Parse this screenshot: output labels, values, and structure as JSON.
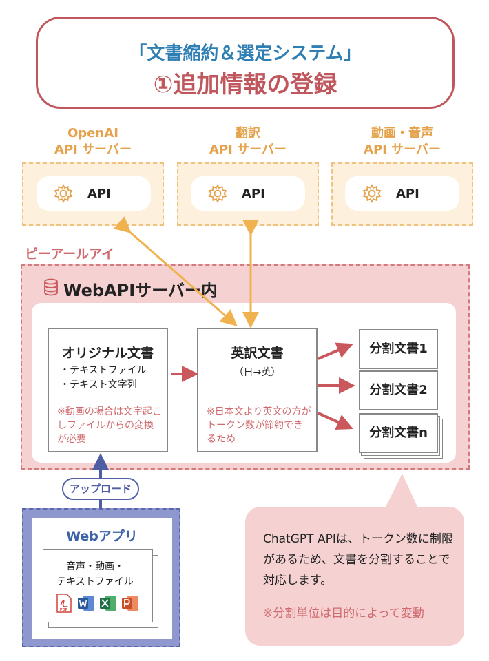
{
  "title": {
    "line1": "「文書縮約＆選定システム」",
    "line2": "①追加情報の登録"
  },
  "servers": [
    {
      "label_line1": "OpenAI",
      "label_line2": "API サーバー",
      "api_label": "API"
    },
    {
      "label_line1": "翻訳",
      "label_line2": "API サーバー",
      "api_label": "API"
    },
    {
      "label_line1": "動画・音声",
      "label_line2": "API サーバー",
      "api_label": "API"
    }
  ],
  "pri_label": "ピーアールアイ",
  "webapi": {
    "title": "WebAPIサーバー内",
    "original_doc": {
      "title": "オリジナル文書",
      "items": [
        "・テキストファイル",
        "・テキスト文字列"
      ],
      "note": "※動画の場合は文字起こしファイルからの変換が必要"
    },
    "translated_doc": {
      "title": "英訳文書",
      "subtitle": "（日→英）",
      "note": "※日本文より英文の方がトークン数が節約できるため"
    },
    "split_docs": [
      "分割文書1",
      "分割文書2",
      "分割文書n"
    ]
  },
  "upload_label": "アップロード",
  "webapp": {
    "title": "Webアプリ",
    "line1": "音声・動画・",
    "line2": "テキストファイル",
    "file_icons": [
      "pdf-icon",
      "word-icon",
      "excel-icon",
      "powerpoint-icon"
    ],
    "pdf_text": "PDF"
  },
  "callout": {
    "text": "ChatGPT APIは、トークン数に制限があるため、文書を分割することで対応します。",
    "note": "※分割単位は目的によって変動"
  },
  "colors": {
    "title_blue": "#2f7fb4",
    "title_red": "#c0575c",
    "server_orange": "#e5a24b",
    "server_fill": "#fdf0dd",
    "pink_fill": "#f5d1d2",
    "note_red": "#cf6a6e",
    "arrow_orange": "#f0b24f",
    "arrow_red": "#c9575c",
    "webapp_blue": "#8e98ce"
  }
}
